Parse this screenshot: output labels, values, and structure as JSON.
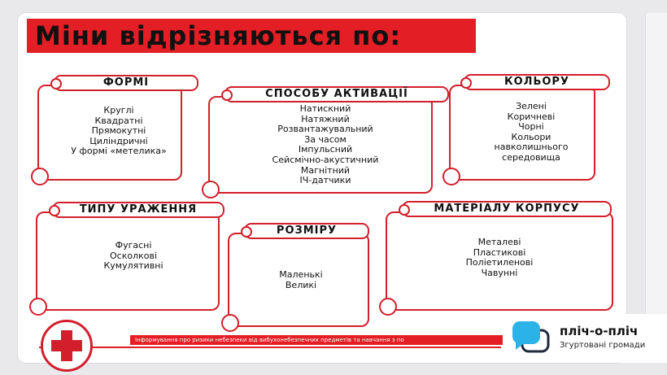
{
  "slide": {
    "headline": "Міни відрізняються по:",
    "categories": [
      {
        "title": "ФОРМІ",
        "items": [
          "Круглі",
          "Квадратні",
          "Прямокутні",
          "Циліндричні",
          "У формі «метелика»"
        ]
      },
      {
        "title": "СПОСОБУ АКТИВАЦІЇ",
        "items": [
          "Натискний",
          "Натяжний",
          "Розвантажувальний",
          "За часом",
          "Імпульсний",
          "Сейсмічно-акустичний",
          "Магнітний",
          "ІЧ-датчики"
        ]
      },
      {
        "title": "КОЛЬОРУ",
        "items": [
          "Зелені",
          "Коричневі",
          "Чорні",
          "Кольори",
          "навколишнього",
          "середовища"
        ]
      },
      {
        "title": "ТИПУ УРАЖЕННЯ",
        "items": [
          "Фугасні",
          "Осколкові",
          "Кумулятивні"
        ]
      },
      {
        "title": "РОЗМІРУ",
        "items": [
          "Маленькі",
          "Великі"
        ]
      },
      {
        "title": "МАТЕРІАЛУ КОРПУСУ",
        "items": [
          "Металеві",
          "Пластикові",
          "Поліетиленові",
          "Чавунні"
        ]
      }
    ],
    "footer_text": "Інформування про ризики небезпеки від вибухонебезпечних предметів та навчання з по",
    "accent_color": "#e31e24"
  },
  "brand": {
    "name": "пліч-о-пліч",
    "tagline": "Згуртовані громади",
    "mark_icon": "speech-bubbles-icon"
  },
  "logo": {
    "icon": "red-cross-icon"
  }
}
